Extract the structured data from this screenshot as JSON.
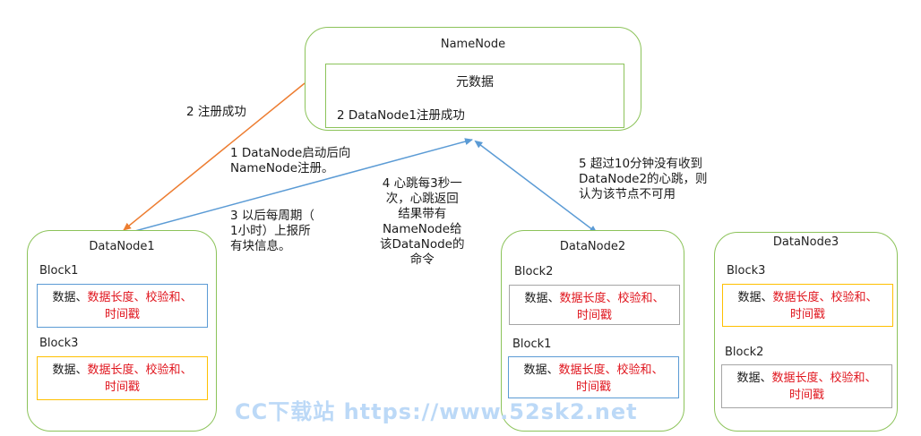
{
  "namenode": {
    "title": "NameNode",
    "meta_title": "元数据",
    "meta_entry": "2 DataNode1注册成功"
  },
  "datanodes": [
    {
      "title": "DataNode1",
      "blocks": [
        {
          "label": "Block1",
          "prefix": "数据、",
          "red1": "数据长度、校验和、",
          "red2": "时间戳",
          "border": "#5b9bd5"
        },
        {
          "label": "Block3",
          "prefix": "数据、",
          "red1": "数据长度、校验和、",
          "red2": "时间戳",
          "border": "#ffc000"
        }
      ]
    },
    {
      "title": "DataNode2",
      "blocks": [
        {
          "label": "Block2",
          "prefix": "数据、",
          "red1": "数据长度、校验和、",
          "red2": "时间戳",
          "border": "#a5a5a5"
        },
        {
          "label": "Block1",
          "prefix": "数据、",
          "red1": "数据长度、校验和、",
          "red2": "时间戳",
          "border": "#5b9bd5"
        }
      ]
    },
    {
      "title": "DataNode3",
      "blocks": [
        {
          "label": "Block3",
          "prefix": "数据、",
          "red1": "数据长度、校验和、",
          "red2": "时间戳",
          "border": "#ffc000"
        },
        {
          "label": "Block2",
          "prefix": "数据、",
          "red1": "数据长度、校验和、",
          "red2": "时间戳",
          "border": "#a5a5a5"
        }
      ]
    }
  ],
  "annotations": {
    "register_success": "2 注册成功",
    "start_register": "1 DataNode启动后向\nNameNode注册。",
    "periodic_report": "3 以后每周期（\n1小时）上报所\n有块信息。",
    "heartbeat": "4 心跳每3秒一\n次，心跳返回\n结果带有\nNameNode给\n该DataNode的\n命令",
    "timeout": "5 超过10分钟没有收到\nDataNode2的心跳，则\n认为该节点不可用"
  },
  "watermark": "CC下载站 https://www.52sk2.net",
  "colors": {
    "node_border": "#8cc35a",
    "arrow_orange": "#ed7d31",
    "arrow_blue": "#5b9bd5",
    "highlight_red": "#e0161e"
  }
}
